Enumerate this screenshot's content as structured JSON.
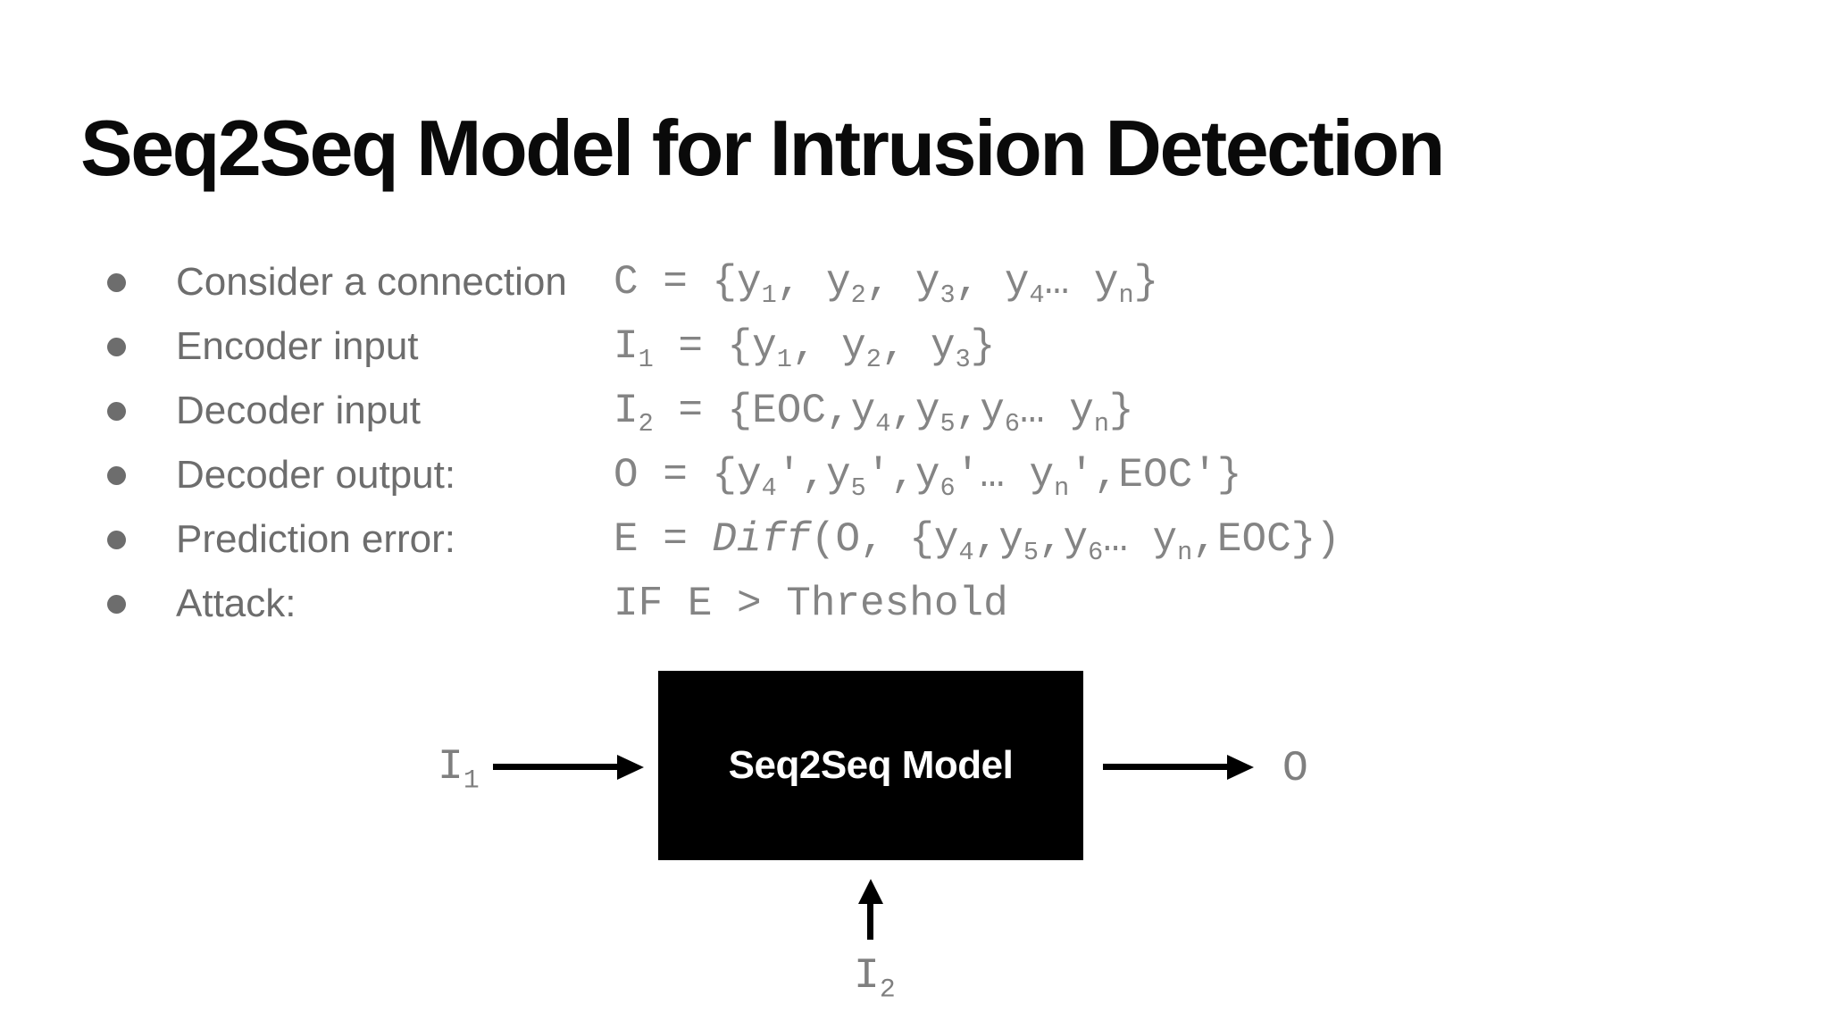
{
  "slide": {
    "title": "Seq2Seq Model for Intrusion Detection",
    "bullets": [
      {
        "label": "Consider a connection",
        "math": "C = {y~1~, y~2~, y~3~, y~4~… y~n~}"
      },
      {
        "label": "Encoder input",
        "math": "I~1~ = {y~1~, y~2~, y~3~}"
      },
      {
        "label": "Decoder input",
        "math": "I~2~ = {EOC,y~4~,y~5~,y~6~… y~n~}"
      },
      {
        "label": "Decoder output:",
        "math": "O = {y~4~′,y~5~′,y~6~′… y~n~′,EOC′}"
      },
      {
        "label": "Prediction error:",
        "math": "E = *Diff*(O, {y~4~,y~5~,y~6~… y~n~,EOC})"
      },
      {
        "label": "Attack:",
        "math": "IF E > Threshold"
      }
    ],
    "diagram": {
      "box_label": "Seq2Seq Model",
      "input1_label": "I~1~",
      "input2_label": "I~2~",
      "output_label": "O"
    },
    "colors": {
      "title_text": "#0a0a0a",
      "bullet_text": "#6d6d6d",
      "math_text": "#848484",
      "box_background": "#000000",
      "box_text": "#ffffff",
      "arrow": "#000000"
    }
  }
}
